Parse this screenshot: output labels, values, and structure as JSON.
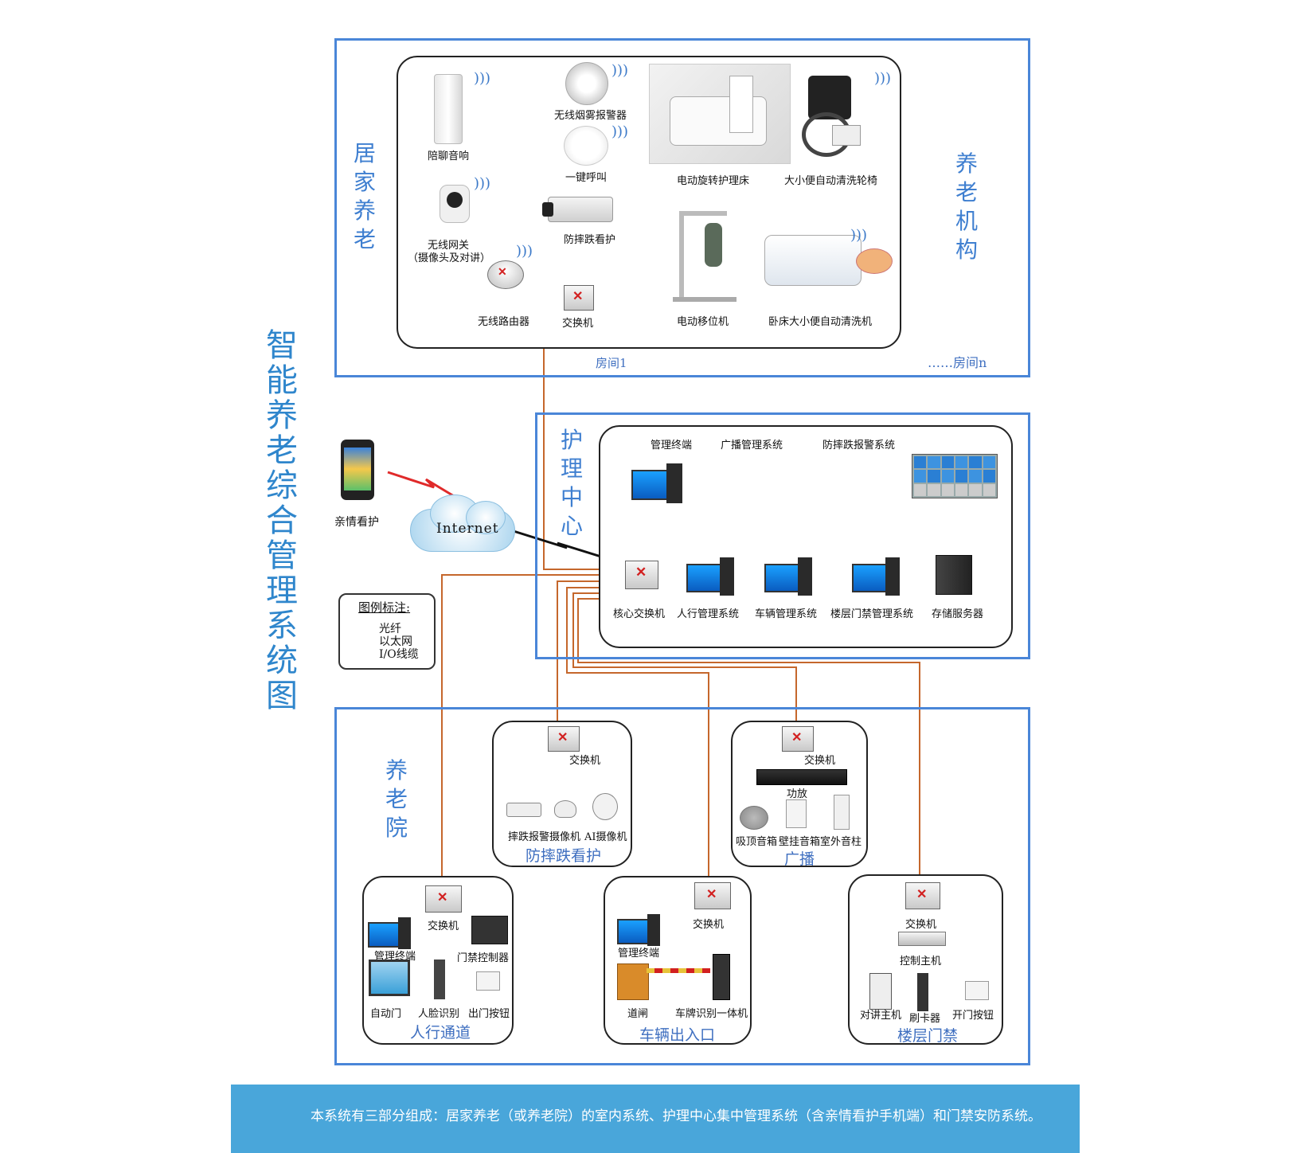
{
  "main_title": "智能养老综合管理系统图",
  "sections": {
    "home_care": "居家养老",
    "institution": "养老机构",
    "nursing_center": "护理中心",
    "nursing_home": "养老院"
  },
  "room": {
    "room1": "房间1",
    "room_n": "……房间n",
    "devices": {
      "speaker": "陪聊音响",
      "smoke_alarm": "无线烟雾报警器",
      "call_button": "一键呼叫",
      "gateway_line1": "无线网关",
      "gateway_line2": "（摄像头及对讲）",
      "fall_camera": "防摔跌看护",
      "router": "无线路由器",
      "switch": "交换机",
      "rotating_bed": "电动旋转护理床",
      "wheelchair": "大小便自动清洗轮椅",
      "lifter": "电动移位机",
      "bed_cleaner": "卧床大小便自动清洗机"
    }
  },
  "center": {
    "mgmt_terminal": "管理终端",
    "broadcast_system": "广播管理系统",
    "fall_alarm_system": "防摔跌报警系统",
    "core_switch": "核心交换机",
    "pedestrian_system": "人行管理系统",
    "vehicle_system": "车辆管理系统",
    "floor_access_system": "楼层门禁管理系统",
    "storage_server": "存储服务器"
  },
  "remote": {
    "family_care": "亲情看护",
    "internet": "Internet"
  },
  "legend": {
    "title": "图例标注:",
    "fiber": "光纤",
    "ethernet": "以太网",
    "io_cable": "I/O线缆"
  },
  "subsystems": {
    "fall_watch": {
      "title": "防摔跌看护",
      "switch": "交换机",
      "fall_cam": "摔跌报警摄像机",
      "ai_cam": "AI摄像机"
    },
    "broadcast": {
      "title": "广播",
      "switch": "交换机",
      "amp": "功放",
      "ceiling": "吸顶音箱",
      "wall": "壁挂音箱",
      "column": "室外音柱"
    },
    "pedestrian": {
      "title": "人行通道",
      "switch": "交换机",
      "terminal": "管理终端",
      "controller": "门禁控制器",
      "auto_door": "自动门",
      "face": "人脸识别",
      "exit_btn": "出门按钮"
    },
    "vehicle": {
      "title": "车辆出入口",
      "switch": "交换机",
      "terminal": "管理终端",
      "barrier": "道闸",
      "plate": "车牌识别一体机"
    },
    "floor_access": {
      "title": "楼层门禁",
      "switch": "交换机",
      "host": "控制主机",
      "intercom": "对讲主机",
      "card": "刷卡器",
      "open_btn": "开门按钮"
    }
  },
  "description": "本系统有三部分组成：居家养老（或养老院）的室内系统、护理中心集中管理系统（含亲情看护手机端）和门禁安防系统。",
  "colors": {
    "frame": "#4a86d8",
    "fiber": "#c5672c",
    "ethernet": "#3cc23c",
    "io": "#d22020",
    "title": "#2f86cc",
    "note_bg": "#49a6da"
  }
}
